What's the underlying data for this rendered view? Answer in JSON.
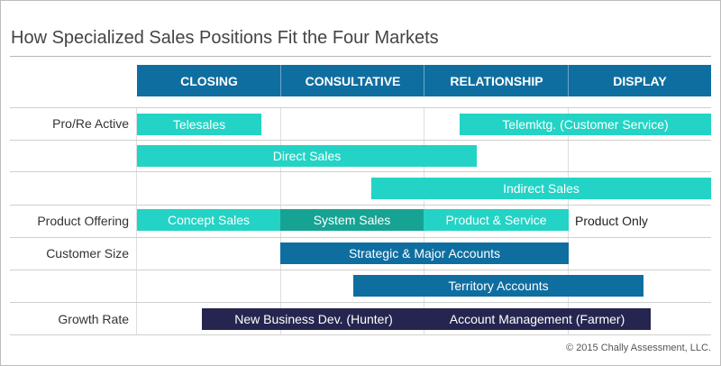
{
  "title": "How Specialized Sales Positions Fit the Four Markets",
  "columns": [
    "CLOSING",
    "CONSULTATIVE",
    "RELATIONSHIP",
    "DISPLAY"
  ],
  "row_labels": {
    "pro_re_active": "Pro/Re Active",
    "product_offering": "Product Offering",
    "customer_size": "Customer Size",
    "growth_rate": "Growth Rate"
  },
  "bars": {
    "telesales": "Telesales",
    "telemarketing": "Telemktg. (Customer Service)",
    "direct_sales": "Direct Sales",
    "indirect_sales": "Indirect Sales",
    "concept_sales": "Concept Sales",
    "system_sales": "System Sales",
    "product_service": "Product & Service",
    "product_only": "Product Only",
    "strategic_major": "Strategic & Major Accounts",
    "territory_accounts": "Territory Accounts",
    "new_business": "New Business Dev. (Hunter)",
    "account_management": "Account Management (Farmer)"
  },
  "colors": {
    "header_blue": "#0f6ea0",
    "teal": "#23d3c5",
    "dark_teal": "#17a394",
    "navy": "#25254f"
  },
  "copyright": "© 2015 Chally Assessment, LLC."
}
